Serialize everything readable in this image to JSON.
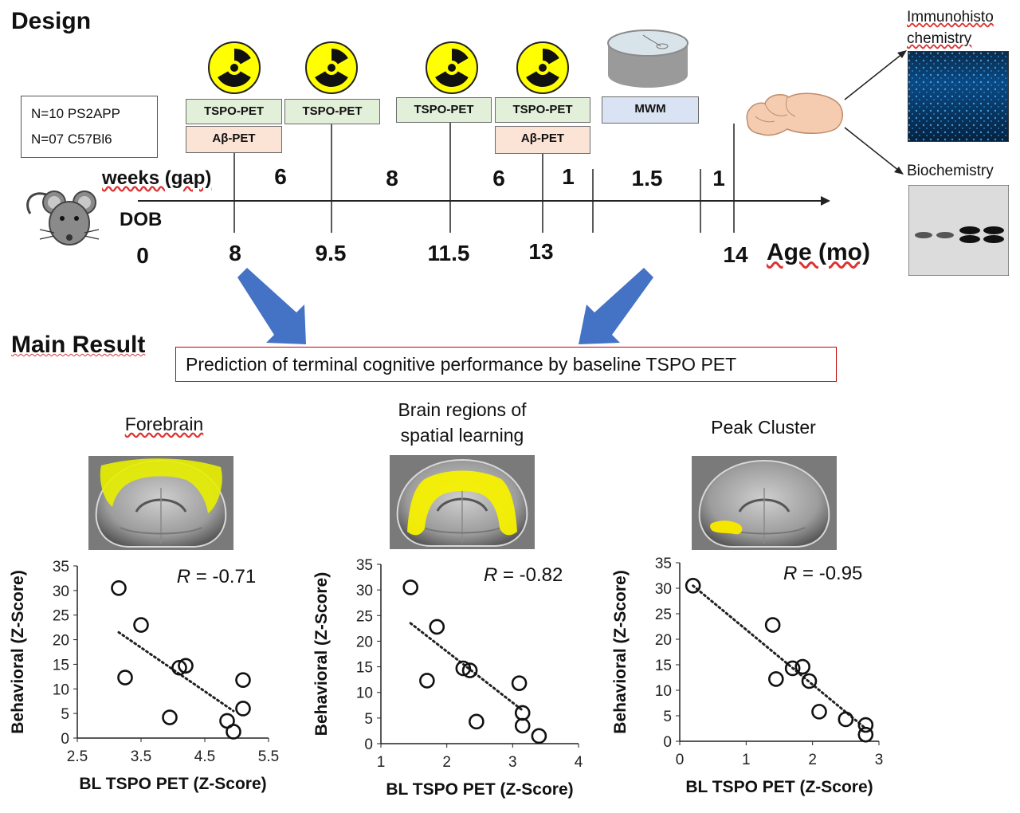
{
  "design": {
    "heading": "Design",
    "cohort": [
      "N=10 PS2APP",
      "N=07 C57Bl6"
    ],
    "weeks_label": "weeks (gap)",
    "dob_label": "DOB",
    "gaps": [
      "6",
      "8",
      "6",
      "1",
      "1.5",
      "1"
    ],
    "ages": [
      "0",
      "8",
      "9.5",
      "11.5",
      "13",
      "14"
    ],
    "age_axis_label": "Age (mo)",
    "tspo_label": "TSPO-PET",
    "abeta_label": "Aβ-PET",
    "mwm_label": "MWM",
    "ihc_label_1": "Immunohisto",
    "ihc_label_2": "chemistry",
    "biochem_label": "Biochemistry"
  },
  "main_result": {
    "heading": "Main Result",
    "statement": "Prediction of terminal cognitive performance by baseline TSPO PET",
    "panels": [
      {
        "title_1": "Forebrain",
        "title_2": ""
      },
      {
        "title_1": "Brain regions of",
        "title_2": "spatial learning"
      },
      {
        "title_1": "Peak Cluster",
        "title_2": ""
      }
    ]
  },
  "colors": {
    "arrow": "#4472c4",
    "tspo_box": "#e2efd9",
    "abeta_box": "#fbe4d5",
    "mwm_box": "#dae3f3",
    "highlight": "#e8f000",
    "statement_border": "#c00000"
  },
  "chart_data": [
    {
      "type": "scatter",
      "xlabel": "BL TSPO PET (Z-Score)",
      "ylabel": "Behavioral (Z-Score)",
      "xlim": [
        2.5,
        5.5
      ],
      "ylim": [
        0,
        35
      ],
      "xticks": [
        "2.5",
        "3.5",
        "4.5",
        "5.5"
      ],
      "yticks": [
        "0",
        "5",
        "10",
        "15",
        "20",
        "25",
        "30",
        "35"
      ],
      "annotation_r": "R",
      "annotation_value": " = -0.71",
      "points": [
        [
          3.15,
          30.5
        ],
        [
          3.5,
          23
        ],
        [
          3.25,
          12.3
        ],
        [
          4.1,
          14.3
        ],
        [
          4.2,
          14.7
        ],
        [
          5.1,
          11.8
        ],
        [
          5.1,
          6
        ],
        [
          3.95,
          4.2
        ],
        [
          4.85,
          3.5
        ],
        [
          4.95,
          1.3
        ]
      ],
      "trend": [
        [
          3.15,
          21.5
        ],
        [
          4.95,
          5.5
        ]
      ]
    },
    {
      "type": "scatter",
      "xlabel": "BL TSPO PET (Z-Score)",
      "ylabel": "Behavioral (Z-Score)",
      "xlim": [
        1,
        4
      ],
      "ylim": [
        0,
        35
      ],
      "xticks": [
        "1",
        "2",
        "3",
        "4"
      ],
      "yticks": [
        "0",
        "5",
        "10",
        "15",
        "20",
        "25",
        "30",
        "35"
      ],
      "annotation_r": "R",
      "annotation_value": " = -0.82",
      "points": [
        [
          1.45,
          30.5
        ],
        [
          1.85,
          22.8
        ],
        [
          1.7,
          12.3
        ],
        [
          2.25,
          14.7
        ],
        [
          2.35,
          14.3
        ],
        [
          3.1,
          11.8
        ],
        [
          3.15,
          6
        ],
        [
          2.45,
          4.3
        ],
        [
          3.15,
          3.5
        ],
        [
          3.4,
          1.5
        ]
      ],
      "trend": [
        [
          1.45,
          23.5
        ],
        [
          3.15,
          6.5
        ]
      ]
    },
    {
      "type": "scatter",
      "xlabel": "BL TSPO PET (Z-Score)",
      "ylabel": "Behavioral (Z-Score)",
      "xlim": [
        0,
        3
      ],
      "ylim": [
        0,
        35
      ],
      "xticks": [
        "0",
        "1",
        "2",
        "3"
      ],
      "yticks": [
        "0",
        "5",
        "10",
        "15",
        "20",
        "25",
        "30",
        "35"
      ],
      "annotation_r": "R",
      "annotation_value": " = -0.95",
      "points": [
        [
          0.2,
          30.5
        ],
        [
          1.4,
          22.8
        ],
        [
          1.45,
          12.2
        ],
        [
          1.7,
          14.3
        ],
        [
          1.85,
          14.6
        ],
        [
          1.95,
          11.8
        ],
        [
          2.1,
          5.8
        ],
        [
          2.5,
          4.3
        ],
        [
          2.8,
          3.2
        ],
        [
          2.8,
          1.3
        ]
      ],
      "trend": [
        [
          0.2,
          30.5
        ],
        [
          2.8,
          2.5
        ]
      ]
    }
  ]
}
